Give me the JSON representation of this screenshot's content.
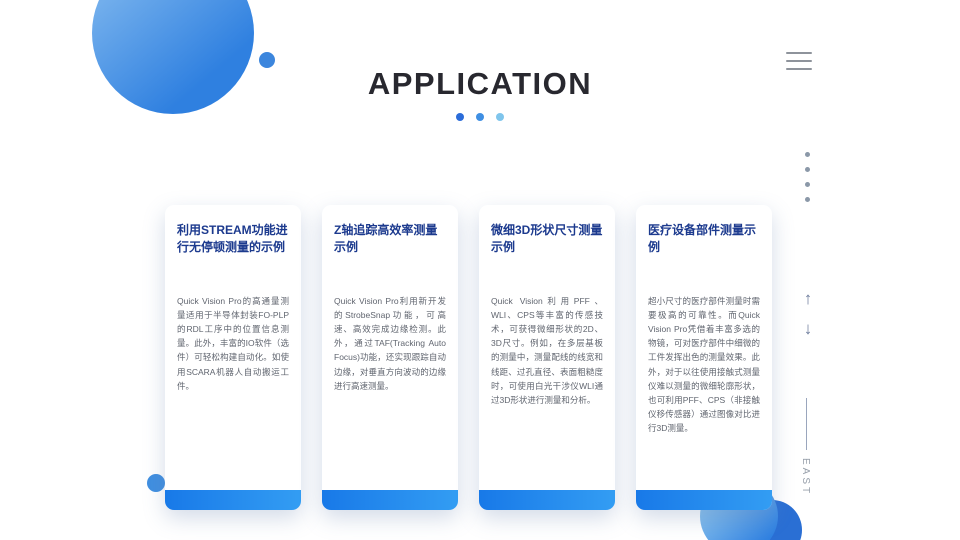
{
  "header": {
    "title": "APPLICATION"
  },
  "icons": {
    "menu": "hamburger-menu-icon",
    "up_arrow": "arrow-up-icon",
    "down_arrow": "arrow-down-icon"
  },
  "nav": {
    "up_glyph": "↑",
    "down_glyph": "↓"
  },
  "cards": [
    {
      "title": "利用STREAM功能进行无停顿测量的示例",
      "body": "Quick Vision Pro的高通量测量适用于半导体封装FO-PLP的RDL工序中的位置信息测量。此外，丰富的IO软件（选件）可轻松构建自动化。如使用SCARA机器人自动搬运工件。"
    },
    {
      "title": "Z轴追踪高效率测量示例",
      "body": "Quick Vision Pro利用新开发的StrobeSnap功能，可高速、高效完成边缘检测。此外，通过TAF(Tracking Auto Focus)功能，还实现跟踪自动边缘，对垂直方向波动的边缘进行高速测量。"
    },
    {
      "title": "微细3D形状尺寸测量示例",
      "body": "Quick Vision利用PFF、WLI、CPS等丰富的传感技术，可获得微细形状的2D、3D尺寸。例如，在多层基板的测量中，测量配线的线宽和线距、过孔直径、表面粗糙度时，可使用白光干涉仪WLI通过3D形状进行测量和分析。"
    },
    {
      "title": "医疗设备部件测量示例",
      "body": "超小尺寸的医疗部件测量时需要极高的可靠性。而Quick Vision Pro凭借着丰富多选的物镜，可对医疗部件中细微的工件发挥出色的测量效果。此外，对于以往使用接触式测量仪难以测量的微细轮廓形状，也可利用PFF、CPS（非接触仪移传感器）通过图像对比进行3D测量。"
    }
  ],
  "sidebar": {
    "east_label": "EAST"
  },
  "colors": {
    "accent_blue": "#1f7de6",
    "card_title_blue": "#1c3a8e",
    "title_dot_1": "#2b6cd9",
    "title_dot_2": "#3f8fe3",
    "title_dot_3": "#7fc5ec"
  }
}
